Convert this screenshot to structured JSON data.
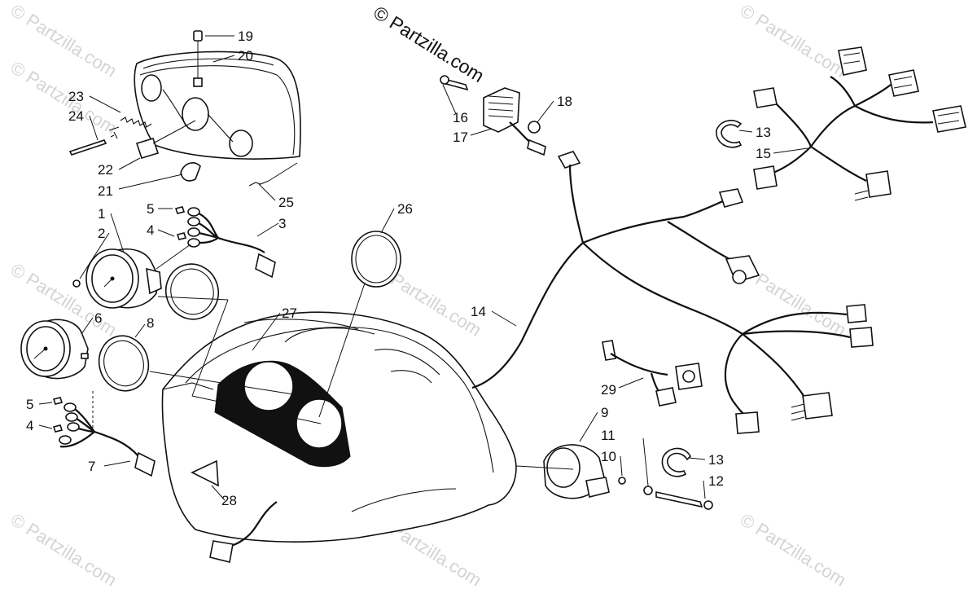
{
  "watermark": {
    "main": "© Partzilla.com",
    "faint": "© Partzilla.com"
  },
  "callouts": [
    {
      "id": "c19",
      "label": "19"
    },
    {
      "id": "c20",
      "label": "20"
    },
    {
      "id": "c23",
      "label": "23"
    },
    {
      "id": "c24",
      "label": "24"
    },
    {
      "id": "c22",
      "label": "22"
    },
    {
      "id": "c21",
      "label": "21"
    },
    {
      "id": "c25",
      "label": "25"
    },
    {
      "id": "c1",
      "label": "1"
    },
    {
      "id": "c2",
      "label": "2"
    },
    {
      "id": "c5a",
      "label": "5"
    },
    {
      "id": "c4a",
      "label": "4"
    },
    {
      "id": "c3",
      "label": "3"
    },
    {
      "id": "c26",
      "label": "26"
    },
    {
      "id": "c6",
      "label": "6"
    },
    {
      "id": "c8",
      "label": "8"
    },
    {
      "id": "c27",
      "label": "27"
    },
    {
      "id": "c5b",
      "label": "5"
    },
    {
      "id": "c4b",
      "label": "4"
    },
    {
      "id": "c7",
      "label": "7"
    },
    {
      "id": "c28",
      "label": "28"
    },
    {
      "id": "c16",
      "label": "16"
    },
    {
      "id": "c17",
      "label": "17"
    },
    {
      "id": "c18",
      "label": "18"
    },
    {
      "id": "c14",
      "label": "14"
    },
    {
      "id": "c13a",
      "label": "13"
    },
    {
      "id": "c15",
      "label": "15"
    },
    {
      "id": "c29",
      "label": "29"
    },
    {
      "id": "c9",
      "label": "9"
    },
    {
      "id": "c11",
      "label": "11"
    },
    {
      "id": "c10",
      "label": "10"
    },
    {
      "id": "c13b",
      "label": "13"
    },
    {
      "id": "c12",
      "label": "12"
    }
  ]
}
